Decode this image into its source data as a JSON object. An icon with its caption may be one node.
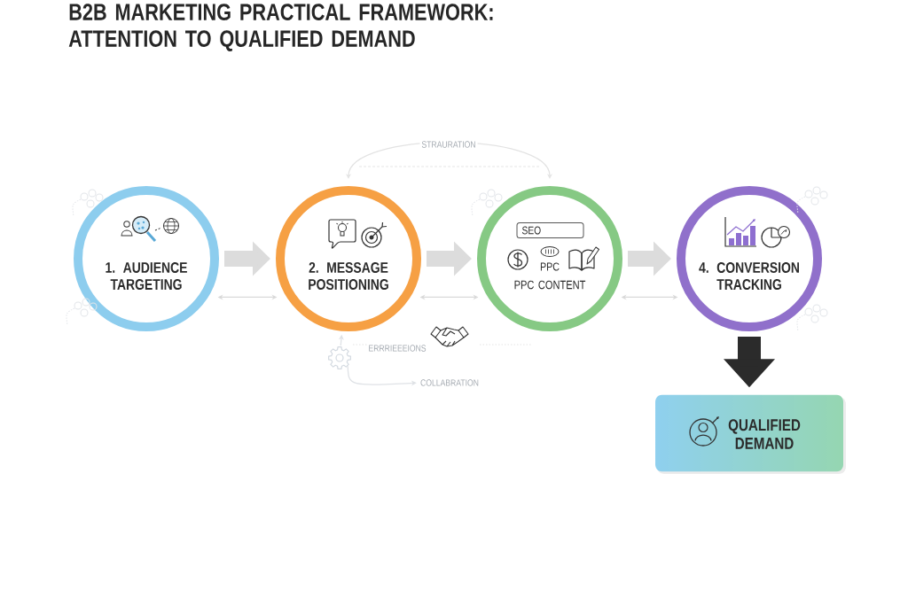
{
  "diagram": {
    "title": "B2B MARKETING PRACTICAL FRAMEWORK: ATTENTION TO QUALIFIED DEMAND",
    "nodes": [
      {
        "text": [
          "1. AUDIENCE TARGETING"
        ]
      },
      {
        "text": [
          "2. MESSAGE POSITIONING"
        ]
      },
      {
        "text": [
          "PPC",
          "PPC CONTENT"
        ]
      },
      {
        "text": [
          "SEO"
        ],
        "in": 2
      },
      {
        "text": [
          "4. CONVERSION TRACKING"
        ]
      },
      {
        "text": [
          "QUALIFIED DEMAND"
        ]
      },
      {
        "text": [],
        "shape": "picture"
      },
      {
        "text": [
          "COLLABRATION"
        ]
      }
    ],
    "edges": [
      {
        "from": 0,
        "to": 1,
        "arrow": "to",
        "style": "thick",
        "color": "#dcdcdc"
      },
      {
        "from": 1,
        "to": 2,
        "arrow": "to",
        "style": "thick",
        "color": "#dcdcdc"
      },
      {
        "from": 2,
        "to": 4,
        "arrow": "to",
        "style": "thick",
        "color": "#dcdcdc"
      },
      {
        "from": 4,
        "to": 5,
        "arrow": "to",
        "style": "thick",
        "color": "#2b2b2b"
      },
      {
        "from": 0,
        "to": 1,
        "arrow": "both",
        "color": "#d9d9d9"
      },
      {
        "from": 1,
        "to": 2,
        "arrow": "both",
        "color": "#d9d9d9"
      },
      {
        "from": 2,
        "to": 4,
        "arrow": "both",
        "color": "#d9d9d9"
      },
      {
        "from": 1,
        "to": 2,
        "arrow": "both",
        "label": "STRAURATION",
        "color": "#e3e3e3"
      },
      {
        "from": 6,
        "to": 1,
        "arrow": "to",
        "color": "#dfe2e6"
      },
      {
        "from": 6,
        "to": 7,
        "arrow": "to",
        "color": "#dfe2e6"
      }
    ],
    "labels": [
      "ERRRIEEEIONS"
    ]
  }
}
